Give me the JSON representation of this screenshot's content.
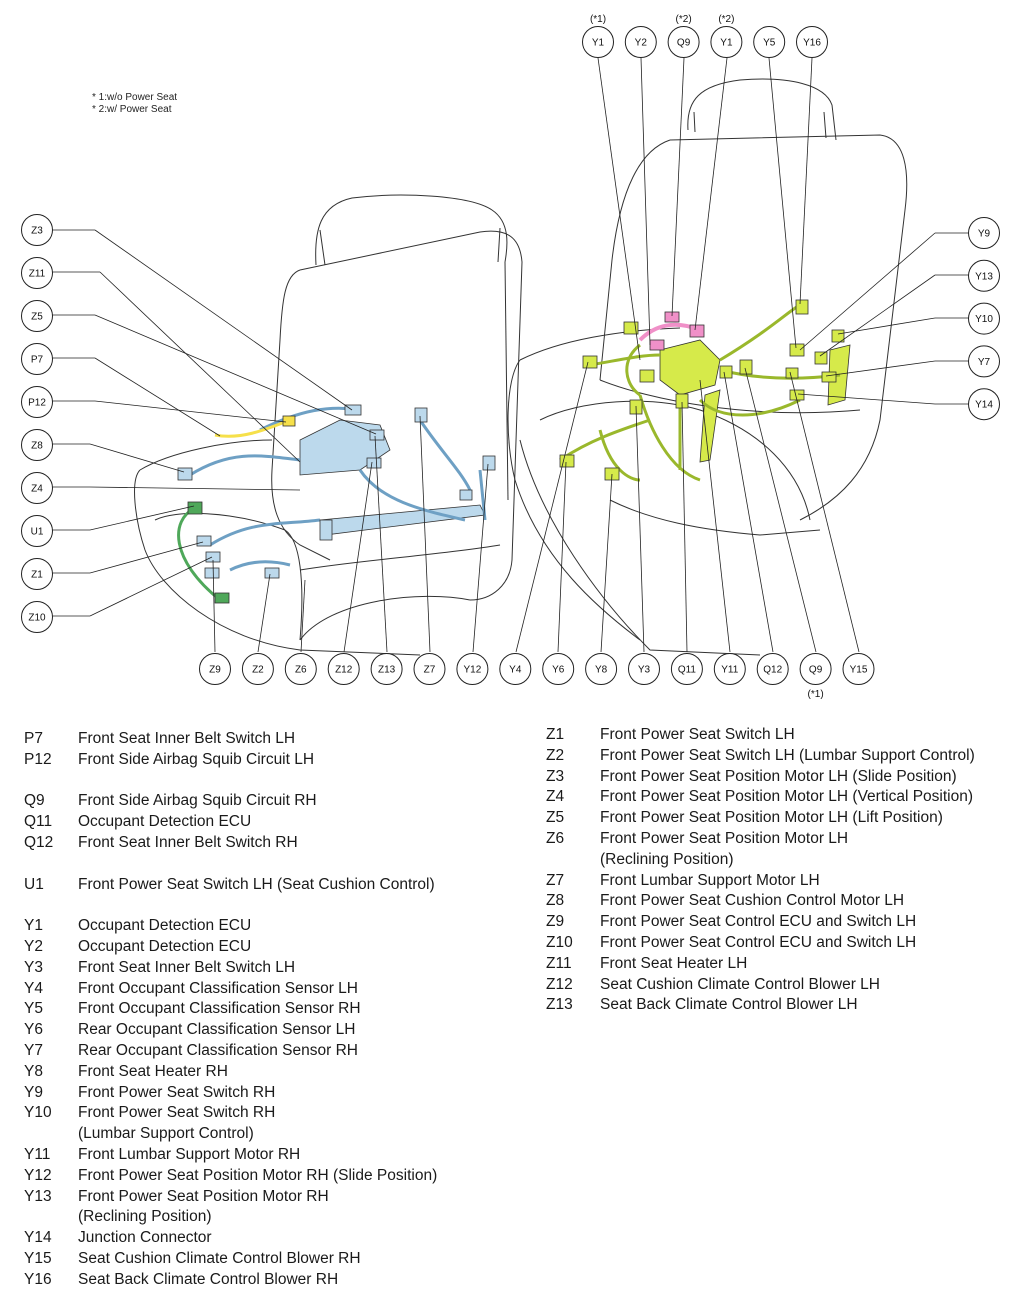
{
  "notes": [
    "* 1:w/o Power Seat",
    "* 2:w/ Power Seat"
  ],
  "top_labels": [
    {
      "code": "Y1",
      "note": "(*1)"
    },
    {
      "code": "Y2",
      "note": ""
    },
    {
      "code": "Q9",
      "note": "(*2)"
    },
    {
      "code": "Y1",
      "note": "(*2)"
    },
    {
      "code": "Y5",
      "note": ""
    },
    {
      "code": "Y16",
      "note": ""
    }
  ],
  "left_labels": [
    "Z3",
    "Z11",
    "Z5",
    "P7",
    "P12",
    "Z8",
    "Z4",
    "U1",
    "Z1",
    "Z10"
  ],
  "right_labels": [
    "Y9",
    "Y13",
    "Y10",
    "Y7",
    "Y14"
  ],
  "bottom_labels": [
    {
      "code": "Z9",
      "note": ""
    },
    {
      "code": "Z2",
      "note": ""
    },
    {
      "code": "Z6",
      "note": ""
    },
    {
      "code": "Z12",
      "note": ""
    },
    {
      "code": "Z13",
      "note": ""
    },
    {
      "code": "Z7",
      "note": ""
    },
    {
      "code": "Y12",
      "note": ""
    },
    {
      "code": "Y4",
      "note": ""
    },
    {
      "code": "Y6",
      "note": ""
    },
    {
      "code": "Y8",
      "note": ""
    },
    {
      "code": "Y3",
      "note": ""
    },
    {
      "code": "Q11",
      "note": ""
    },
    {
      "code": "Y11",
      "note": ""
    },
    {
      "code": "Q12",
      "note": ""
    },
    {
      "code": "Q9",
      "note": "(*1)"
    },
    {
      "code": "Y15",
      "note": ""
    }
  ],
  "colors": {
    "lh_harness": "#bcd9ec",
    "rh_harness": "#d6ea4a",
    "pink": "#f090c8",
    "yellow": "#f6e04a",
    "green": "#4fa85a",
    "outline": "#333333"
  },
  "legend_left": [
    {
      "code": "P7",
      "desc": "Front Seat Inner Belt Switch LH"
    },
    {
      "code": "P12",
      "desc": "Front Side Airbag Squib Circuit LH"
    },
    {
      "code": "",
      "desc": ""
    },
    {
      "code": "Q9",
      "desc": "Front Side Airbag Squib Circuit RH"
    },
    {
      "code": "Q11",
      "desc": "Occupant Detection ECU"
    },
    {
      "code": "Q12",
      "desc": "Front Seat Inner Belt Switch RH"
    },
    {
      "code": "",
      "desc": ""
    },
    {
      "code": "U1",
      "desc": "Front Power Seat Switch LH (Seat Cushion Control)"
    },
    {
      "code": "",
      "desc": ""
    },
    {
      "code": "Y1",
      "desc": "Occupant Detection ECU"
    },
    {
      "code": "Y2",
      "desc": "Occupant Detection ECU"
    },
    {
      "code": "Y3",
      "desc": "Front Seat Inner Belt Switch LH"
    },
    {
      "code": "Y4",
      "desc": "Front Occupant Classification Sensor LH"
    },
    {
      "code": "Y5",
      "desc": "Front Occupant Classification Sensor RH"
    },
    {
      "code": "Y6",
      "desc": "Rear Occupant Classification Sensor LH"
    },
    {
      "code": "Y7",
      "desc": "Rear Occupant Classification Sensor RH"
    },
    {
      "code": "Y8",
      "desc": "Front Seat Heater RH"
    },
    {
      "code": "Y9",
      "desc": "Front Power Seat Switch RH"
    },
    {
      "code": "Y10",
      "desc": "Front Power Seat Switch RH"
    },
    {
      "code": "",
      "desc": "(Lumbar Support Control)"
    },
    {
      "code": "Y11",
      "desc": "Front Lumbar Support Motor RH"
    },
    {
      "code": "Y12",
      "desc": "Front Power Seat Position Motor RH (Slide Position)"
    },
    {
      "code": "Y13",
      "desc": "Front Power Seat Position Motor RH"
    },
    {
      "code": "",
      "desc": "(Reclining Position)"
    },
    {
      "code": "Y14",
      "desc": "Junction Connector"
    },
    {
      "code": "Y15",
      "desc": "Seat Cushion Climate Control Blower RH"
    },
    {
      "code": "Y16",
      "desc": "Seat Back Climate Control Blower RH"
    }
  ],
  "legend_right": [
    {
      "code": "Z1",
      "desc": "Front Power Seat Switch LH"
    },
    {
      "code": "Z2",
      "desc": "Front Power Seat Switch LH (Lumbar Support Control)"
    },
    {
      "code": "Z3",
      "desc": "Front Power Seat Position Motor LH (Slide Position)"
    },
    {
      "code": "Z4",
      "desc": "Front Power Seat Position Motor LH (Vertical Position)"
    },
    {
      "code": "Z5",
      "desc": "Front Power Seat Position Motor LH (Lift Position)"
    },
    {
      "code": "Z6",
      "desc": "Front Power Seat Position Motor LH"
    },
    {
      "code": "",
      "desc": "(Reclining Position)"
    },
    {
      "code": "Z7",
      "desc": "Front Lumbar Support Motor LH"
    },
    {
      "code": "Z8",
      "desc": "Front Power Seat Cushion Control Motor LH"
    },
    {
      "code": "Z9",
      "desc": "Front Power Seat Control ECU and Switch LH"
    },
    {
      "code": "Z10",
      "desc": "Front Power Seat Control ECU and Switch LH"
    },
    {
      "code": "Z11",
      "desc": "Front Seat Heater LH"
    },
    {
      "code": "Z12",
      "desc": "Seat Cushion Climate Control Blower LH"
    },
    {
      "code": "Z13",
      "desc": "Seat Back Climate Control Blower LH"
    }
  ]
}
